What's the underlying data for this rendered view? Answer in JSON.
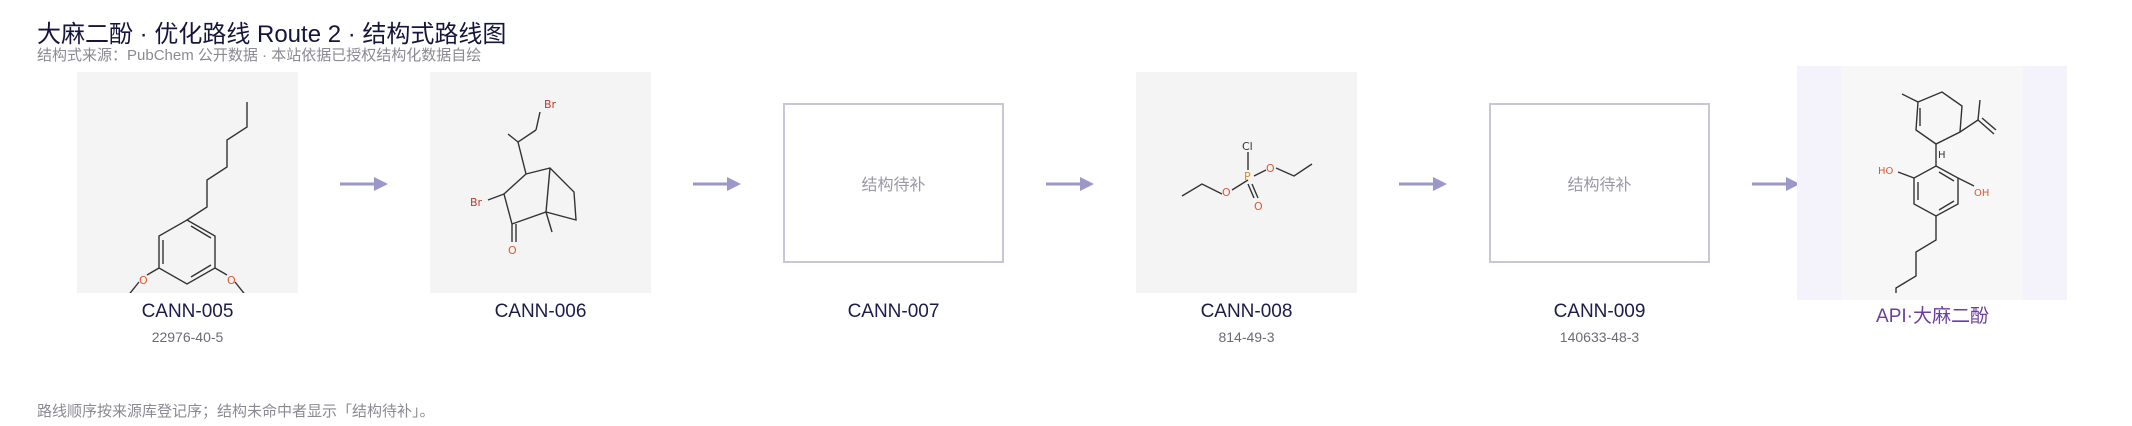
{
  "page": {
    "title": "大麻二酚 · 优化路线 Route 2 · 结构式路线图",
    "subtitle": "结构式来源：PubChem 公开数据 · 本站依据已授权结构化数据自绘",
    "footer": "路线顺序按来源库登记序；结构未命中者显示「结构待补」。"
  },
  "colors": {
    "arrow": "#9b97c9",
    "api_accent": "#6b3fa0",
    "atom_oxygen": "#e2572b",
    "atom_bromine": "#c0392b",
    "bond": "#333333"
  },
  "steps": [
    {
      "code": "CANN-005",
      "cas": "22976-40-5",
      "structure": "drawn"
    },
    {
      "code": "CANN-006",
      "cas": "",
      "structure": "drawn"
    },
    {
      "code": "CANN-007",
      "cas": "",
      "structure": "placeholder",
      "placeholder_label": "结构待补"
    },
    {
      "code": "CANN-008",
      "cas": "814-49-3",
      "structure": "drawn"
    },
    {
      "code": "CANN-009",
      "cas": "140633-48-3",
      "structure": "placeholder",
      "placeholder_label": "结构待补"
    },
    {
      "code": "API·大麻二酚",
      "cas": "",
      "structure": "drawn"
    }
  ],
  "atom_labels": {
    "step1": [
      "O",
      "O"
    ],
    "step2": [
      "Br",
      "Br",
      "O"
    ],
    "step4": [
      "Cl",
      "P",
      "O",
      "O",
      "O"
    ],
    "step6": [
      "H",
      "HO",
      "OH"
    ]
  }
}
